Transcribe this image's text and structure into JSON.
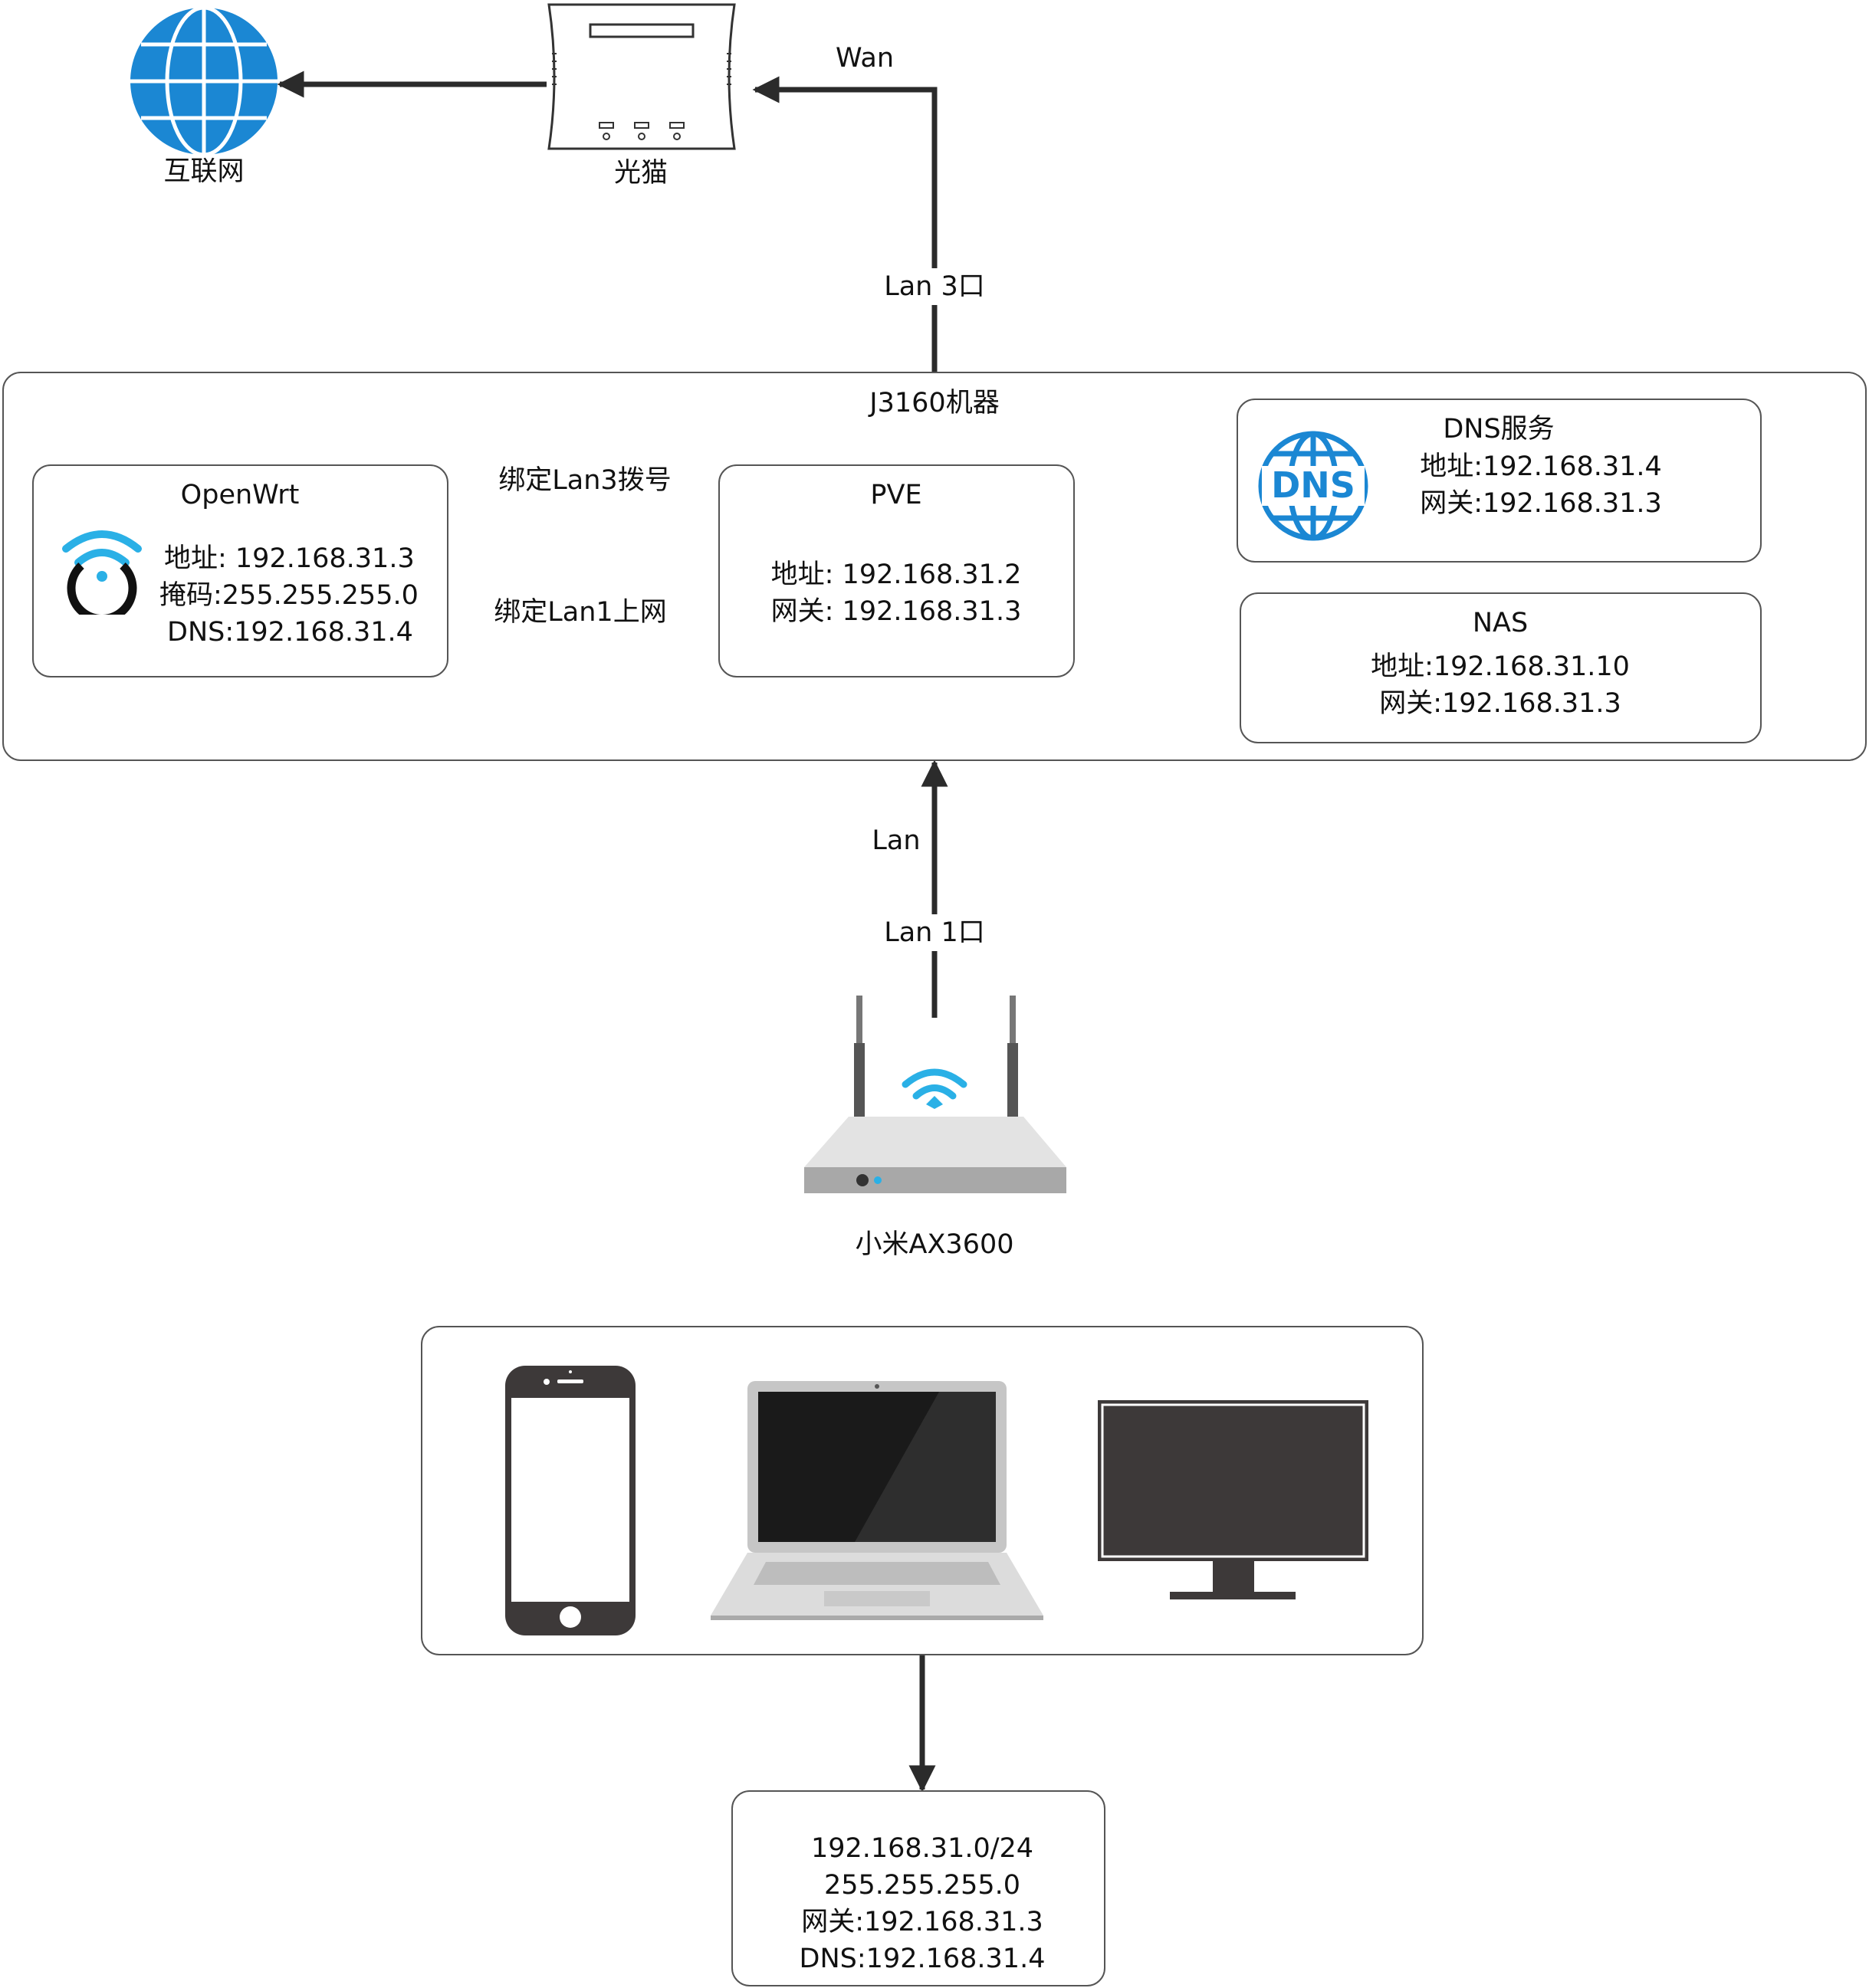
{
  "internet": {
    "label": "互联网"
  },
  "modem": {
    "label": "光猫"
  },
  "edges": {
    "wan": "Wan",
    "lan3_port": "Lan 3口",
    "bind_lan3": "绑定Lan3拨号",
    "bind_lan1": "绑定Lan1上网",
    "lan": "Lan",
    "lan1_port": "Lan 1口"
  },
  "j3160": {
    "title": "J3160机器"
  },
  "openwrt": {
    "title": "OpenWrt",
    "address": "地址: 192.168.31.3",
    "mask": "掩码:255.255.255.0",
    "dns": "DNS:192.168.31.4"
  },
  "pve": {
    "title": "PVE",
    "address": "地址: 192.168.31.2",
    "gateway": "网关: 192.168.31.3"
  },
  "dns_service": {
    "title": "DNS服务",
    "icon_text": "DNS",
    "address": "地址:192.168.31.4",
    "gateway": "网关:192.168.31.3"
  },
  "nas": {
    "title": "NAS",
    "address": "地址:192.168.31.10",
    "gateway": "网关:192.168.31.3"
  },
  "router": {
    "label": "小米AX3600"
  },
  "clients": {
    "devices": [
      "phone-icon",
      "laptop-icon",
      "monitor-icon"
    ]
  },
  "subnet": {
    "network": "192.168.31.0/24",
    "mask": "255.255.255.0",
    "gateway": "网关:192.168.31.3",
    "dns": "DNS:192.168.31.4"
  },
  "colors": {
    "globe": "#1b87d3",
    "dns_icon": "#1b87d3",
    "wifi": "#2ab0e6",
    "line": "#2b2b2b",
    "router_body": "#d6d6d6",
    "monitor": "#3d3939"
  }
}
